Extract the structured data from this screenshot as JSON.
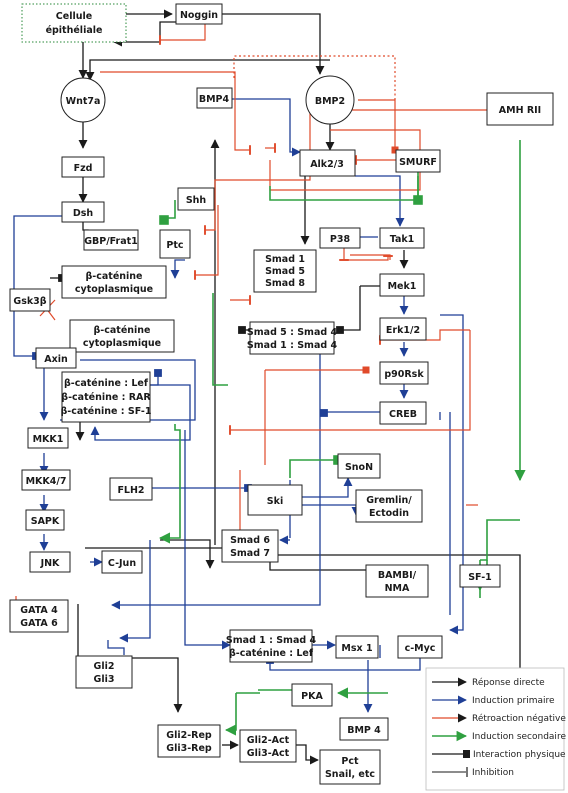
{
  "nodes": {
    "cellule": [
      "Cellule",
      "épithéliale"
    ],
    "noggin": "Noggin",
    "wnt7a": "Wnt7a",
    "bmp4_top": "BMP4",
    "bmp2": "BMP2",
    "amhrii": "AMH RII",
    "fzd": "Fzd",
    "alk": "Alk2/3",
    "smurf": "SMURF",
    "dsh": "Dsh",
    "shh": "Shh",
    "gbp": "GBP/Frat1",
    "ptc": "Ptc",
    "p38": "P38",
    "tak1": "Tak1",
    "smad158": [
      "Smad 1",
      "Smad 5",
      "Smad 8"
    ],
    "gsk": "Gsk3β",
    "bcat_cyto1": [
      "β-caténine",
      "cytoplasmique"
    ],
    "mek1": "Mek1",
    "bcat_cyto2": [
      "β-caténine",
      "cytoplasmique"
    ],
    "smad_complex": [
      "Smad 5 : Smad 4",
      "Smad 1 : Smad 4"
    ],
    "erk": "Erk1/2",
    "axin": "Axin",
    "p90": "p90Rsk",
    "bcat_tf": [
      "β-caténine : Lef",
      "β-caténine : RAR",
      "β-caténine : SF-1"
    ],
    "creb": "CREB",
    "mkk1": "MKK1",
    "snon": "SnoN",
    "mkk47": "MKK4/7",
    "flh2": "FLH2",
    "ski": "Ski",
    "gremlin": [
      "Gremlin/",
      "Ectodin"
    ],
    "sapk": "SAPK",
    "smad67": [
      "Smad 6",
      "Smad 7"
    ],
    "jnk": "JNK",
    "cjun": "C-Jun",
    "bambi": [
      "BAMBI/",
      "NMA"
    ],
    "sf1": "SF-1",
    "gata": [
      "GATA 4",
      "GATA 6"
    ],
    "smad_lef": [
      "Smad 1 : Smad 4",
      "β-caténine : Lef"
    ],
    "msx1": "Msx 1",
    "cmyc": "c-Myc",
    "gli23": [
      "Gli2",
      "Gli3"
    ],
    "pka": "PKA",
    "bmp4_bot": "BMP 4",
    "glirep": [
      "Gli2-Rep",
      "Gli3-Rep"
    ],
    "gliact": [
      "Gli2-Act",
      "Gli3-Act"
    ],
    "pct": [
      "Pct",
      "Snail, etc"
    ]
  },
  "legend": [
    {
      "label": "Réponse directe",
      "color": "#1a1a1a"
    },
    {
      "label": "Induction primaire",
      "color": "#1f3f96"
    },
    {
      "label": "Rétroaction négative",
      "color": "#e04a2a"
    },
    {
      "label": "Induction secondaire",
      "color": "#2fa040"
    },
    {
      "label": "Interaction physique",
      "color": "#1a1a1a"
    },
    {
      "label": "Inhibition",
      "color": "#1a1a1a"
    }
  ]
}
